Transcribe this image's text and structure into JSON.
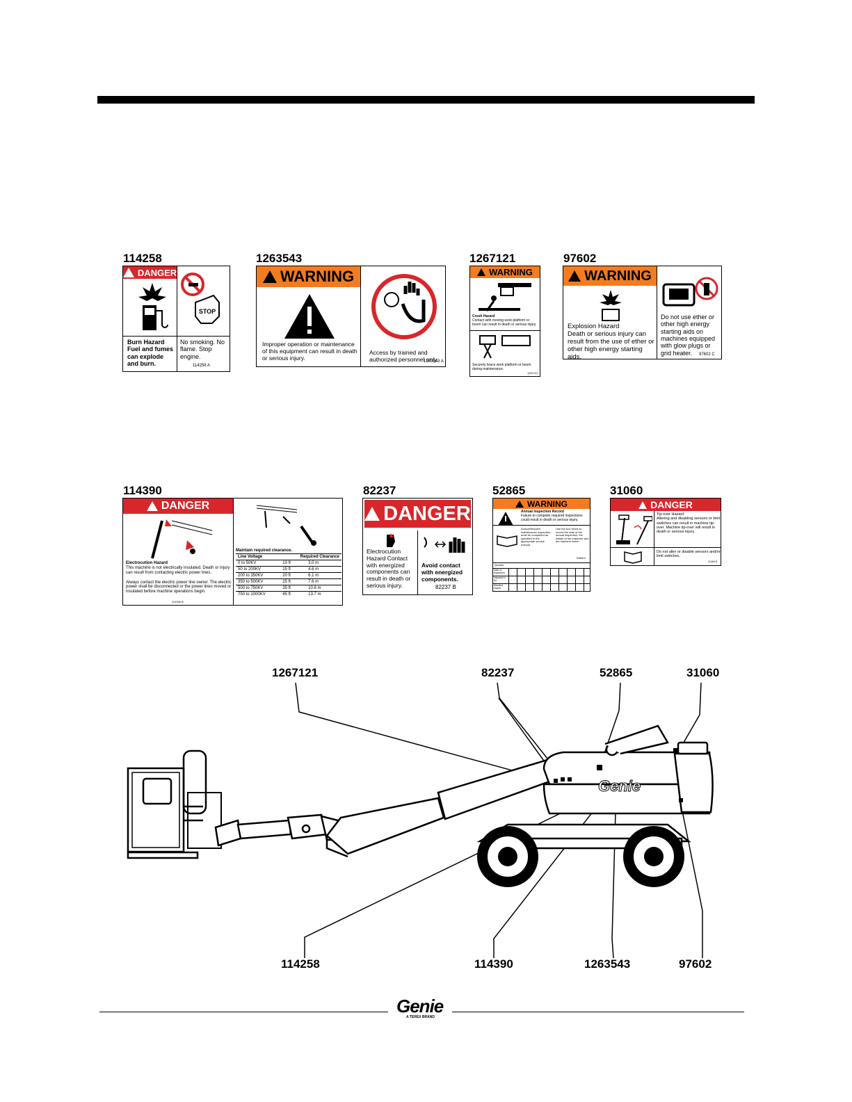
{
  "labels": {
    "d1": "114258",
    "d2": "1263543",
    "d3": "1267121",
    "d4": "97602",
    "d5": "114390",
    "d6": "82237",
    "d7": "52865",
    "d8": "31060"
  },
  "d114258": {
    "header": "DANGER",
    "left_text_1": "Burn Hazard",
    "left_text_2": "Fuel and fumes",
    "left_text_3": "can explode",
    "left_text_4": "and burn.",
    "right_text": "No smoking. No flame. Stop engine.",
    "stop": "STOP",
    "part": "114258  A"
  },
  "d1263543": {
    "header": "WARNING",
    "left_text": "Improper operation or maintenance of this equipment can result in death or serious injury.",
    "right_text": "Access by trained and authorized personnel only.",
    "part": "1263543  A"
  },
  "d1267121": {
    "header": "WARNING",
    "title": "Crush Hazard",
    "text": "Contact with moving work platform or boom can result in death or serious injury.",
    "bottom_text": "Securely brace work platform or boom during maintenance.",
    "part": "1267121  A"
  },
  "d97602": {
    "header": "WARNING",
    "title": "Explosion Hazard",
    "left_text": "Death or serious injury can result from the use of ether or other high energy starting aids.",
    "right_text": "Do not use ether or other high energy starting aids on machines equipped with glow plugs or grid heater.",
    "part": "97602  C"
  },
  "d114390": {
    "header": "DANGER",
    "title": "Electrocution Hazard",
    "text1": "This machine is not electrically insulated. Death or injury can result from contacting electric power lines.",
    "text2": "Always contact the electric power line owner. The electric power shall be disconnected or the power lines moved or insulated before machine operations begin.",
    "part": "114390  B",
    "table_title": "Maintain required clearance.",
    "col1": "Line Voltage",
    "col2": "Required Clearance",
    "rows": [
      [
        "0 to 50KV",
        "10 ft",
        "3.0 m"
      ],
      [
        "50 to 200KV",
        "15 ft",
        "4.6 m"
      ],
      [
        "200 to 350KV",
        "20 ft",
        "6.1 m"
      ],
      [
        "350 to 500KV",
        "25 ft",
        "7.6 m"
      ],
      [
        "500 to 750KV",
        "35 ft",
        "10.6 m"
      ],
      [
        "750 to 1000KV",
        "45 ft",
        "13.7 m"
      ]
    ]
  },
  "d82237": {
    "header": "DANGER",
    "left_text": "Electrocution Hazard Contact with energized components can result in death or serious injury.",
    "right_text": "Avoid contact with energized components.",
    "part": "82237  B"
  },
  "d52865": {
    "header": "WARNING",
    "title": "Annual Inspection Record",
    "text": "Failure to complete required inspections could result in death or serious injury.",
    "left_col": "Annual/frequent maintenance inspection must be completed as specified in the appropriate service manual.",
    "right_col": "Use the box below to record the date of the annual inspection, the initials of the inspector and the machine owner.",
    "grid_title": "Quarter",
    "row_labels": [
      "Date of Inspection",
      "Inspector's Ini.",
      "Machine Owner"
    ],
    "part": "52865  A"
  },
  "d31060": {
    "header": "DANGER",
    "title": "Tip-over Hazard",
    "text": "Altering and disabling sensors or limit switches can result in machine tip-over. Machine tip-over will result in death or serious injury.",
    "bottom_text": "Do not alter or disable sensors and/or limit switches.",
    "part": "31060  B"
  },
  "callouts": {
    "top": [
      "1267121",
      "82237",
      "52865",
      "31060"
    ],
    "bottom": [
      "114258",
      "114390",
      "1263543",
      "97602"
    ]
  },
  "machine_logo": "Genie",
  "footer": {
    "logo": "Genie",
    "tagline": "A TEREX BRAND"
  }
}
